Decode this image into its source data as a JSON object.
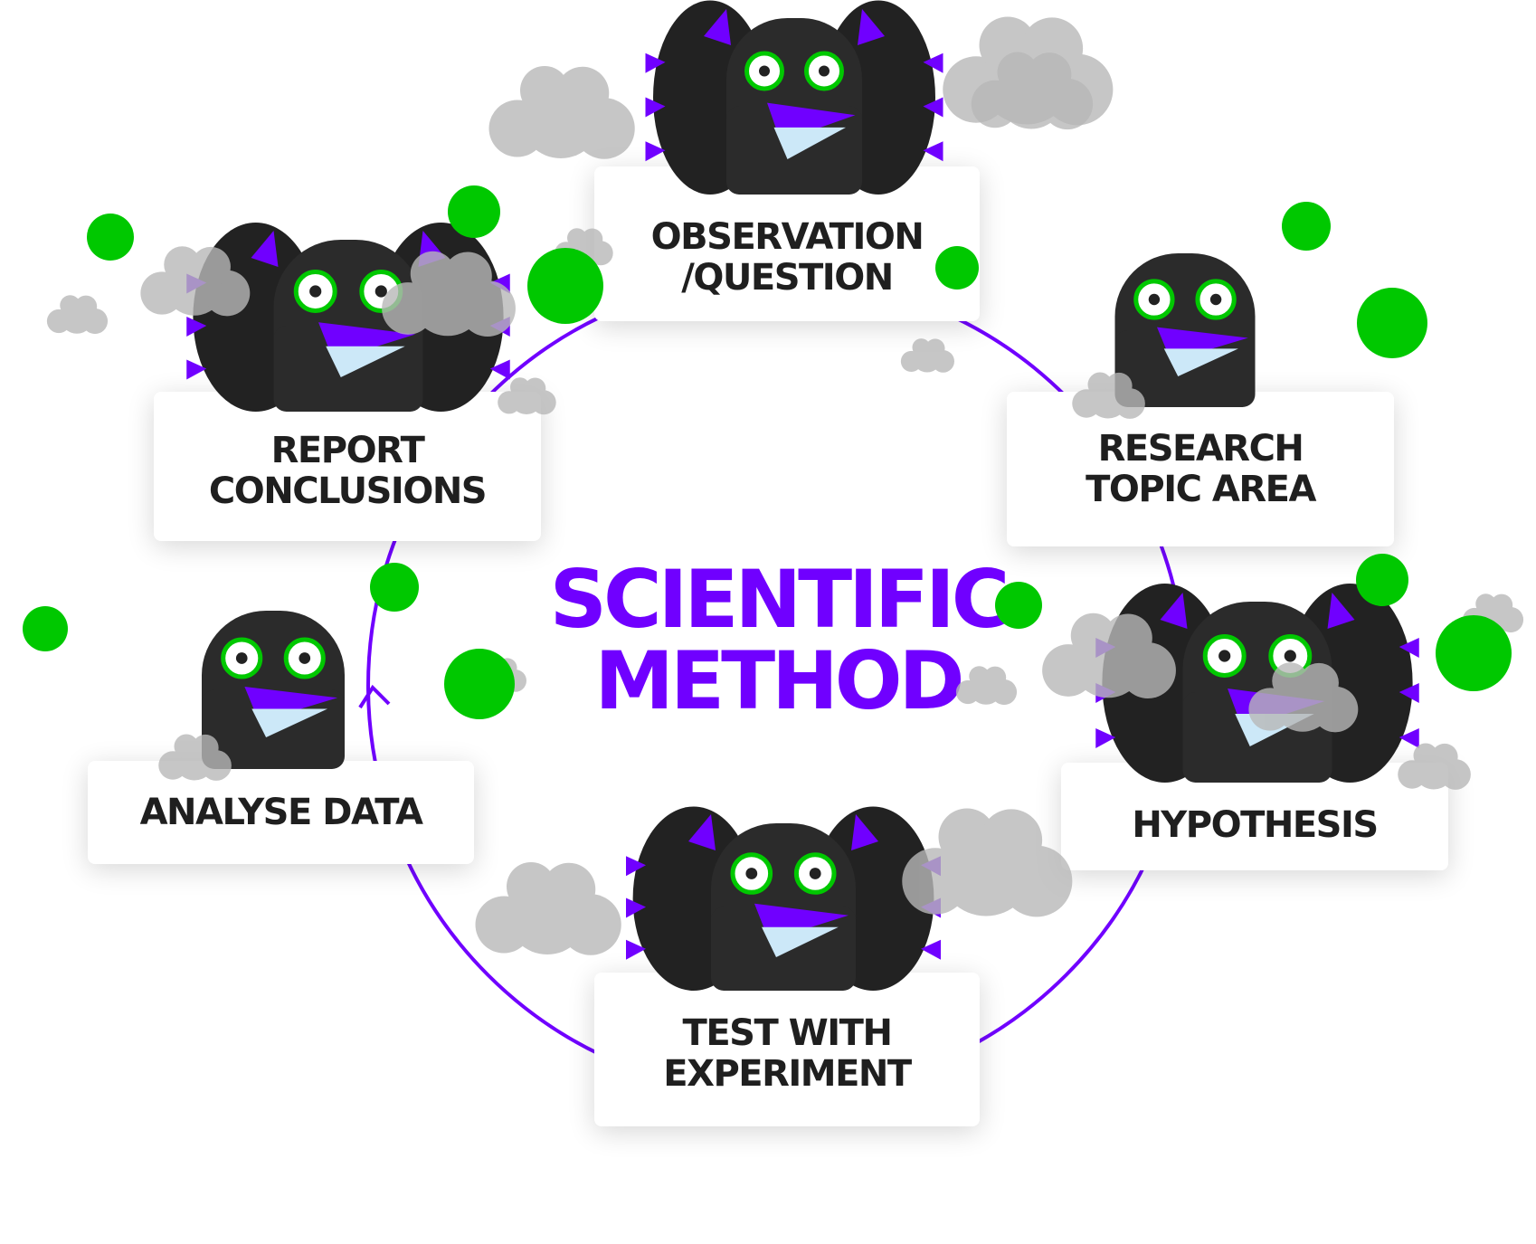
{
  "title": {
    "line1": "SCIENTIFIC",
    "line2": "METHOD"
  },
  "steps": [
    {
      "id": "observation",
      "label": "OBSERVATION\n/QUESTION"
    },
    {
      "id": "research",
      "label": "RESEARCH\nTOPIC AREA"
    },
    {
      "id": "hypothesis",
      "label": "HYPOTHESIS"
    },
    {
      "id": "test",
      "label": "TEST WITH\nEXPERIMENT"
    },
    {
      "id": "analyse",
      "label": "ANALYSE DATA"
    },
    {
      "id": "report",
      "label": "REPORT\nCONCLUSIONS"
    }
  ],
  "colors": {
    "accent": "#7000ff",
    "dot": "#00c800",
    "bird": "#2b2b2b",
    "cloud": "#b8b8b8"
  }
}
